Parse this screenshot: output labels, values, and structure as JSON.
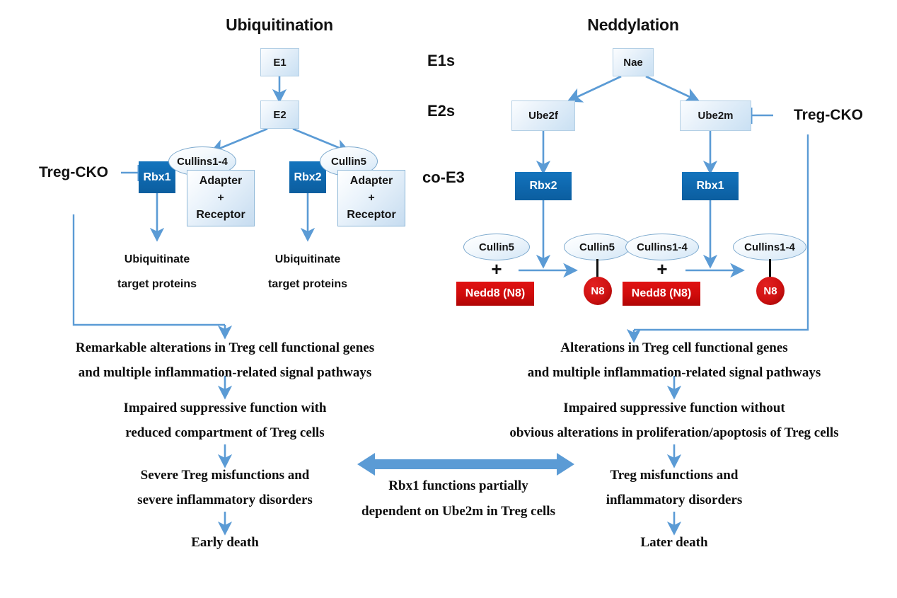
{
  "colors": {
    "arrow_blue": "#5b9bd5",
    "node_dark_blue": "#0e67ad",
    "node_light_blue": "#dcebf7",
    "nedd8_red": "#cf0b0b",
    "text_black": "#111111"
  },
  "titles": {
    "left": "Ubiquitination",
    "right": "Neddylation"
  },
  "row_labels": {
    "e1": "E1s",
    "e2": "E2s",
    "coe3": "co-E3"
  },
  "ubiquitination": {
    "e1_node": "E1",
    "e2_node": "E2",
    "treg_cko": "Treg-CKO",
    "branch_left": {
      "rbx": "Rbx1",
      "cullin": "Cullins1-4",
      "adapter_line1": "Adapter",
      "adapter_plus": "+",
      "adapter_line2": "Receptor",
      "output_line1": "Ubiquitinate",
      "output_line2": "target proteins"
    },
    "branch_right": {
      "rbx": "Rbx2",
      "cullin": "Cullin5",
      "adapter_line1": "Adapter",
      "adapter_plus": "+",
      "adapter_line2": "Receptor",
      "output_line1": "Ubiquitinate",
      "output_line2": "target proteins"
    }
  },
  "neddylation": {
    "nae_node": "Nae",
    "treg_cko": "Treg-CKO",
    "branch_left": {
      "e2": "Ube2f",
      "rbx": "Rbx2",
      "cullin_substrate": "Cullin5",
      "plus": "+",
      "nedd8": "Nedd8 (N8)",
      "cullin_product": "Cullin5",
      "n8": "N8"
    },
    "branch_right": {
      "e2": "Ube2m",
      "rbx": "Rbx1",
      "cullin_substrate": "Cullins1-4",
      "plus": "+",
      "nedd8": "Nedd8 (N8)",
      "cullin_product": "Cullins1-4",
      "n8": "N8"
    }
  },
  "outcomes_left": {
    "step1_line1": "Remarkable alterations in Treg cell functional genes",
    "step1_line2": "and multiple inflammation-related signal pathways",
    "step2_line1": "Impaired suppressive function with",
    "step2_line2": "reduced compartment of Treg cells",
    "step3_line1": "Severe Treg misfunctions and",
    "step3_line2": "severe inflammatory disorders",
    "step4": "Early death"
  },
  "outcomes_right": {
    "step1_line1": "Alterations in Treg cell functional genes",
    "step1_line2": "and multiple inflammation-related signal pathways",
    "step2_line1": "Impaired suppressive function without",
    "step2_line2": "obvious alterations in proliferation/apoptosis of Treg cells",
    "step3_line1": "Treg misfunctions and",
    "step3_line2": "inflammatory disorders",
    "step4": "Later death"
  },
  "center_link": {
    "line1": "Rbx1 functions partially",
    "line2": "dependent on Ube2m in Treg cells"
  }
}
